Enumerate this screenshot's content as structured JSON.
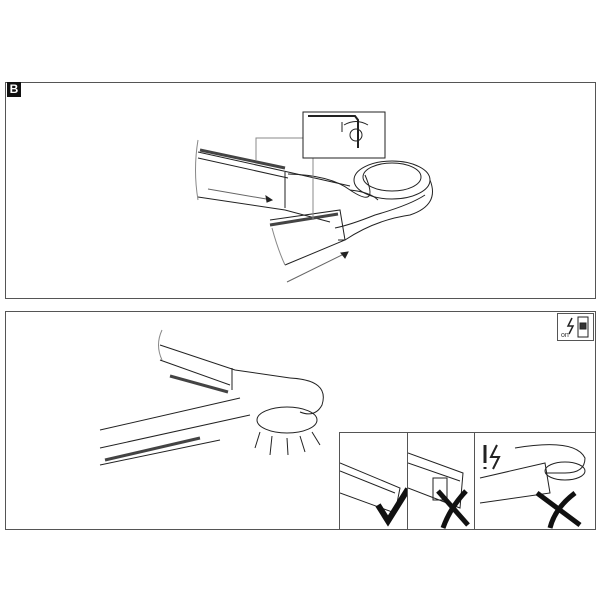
{
  "panel_b": {
    "label": "B"
  },
  "panel_2": {
    "power_icon_text": "on",
    "checks": [
      {
        "result": "correct",
        "icon": "checkmark-icon"
      },
      {
        "result": "incorrect",
        "icon": "cross-icon"
      },
      {
        "result": "incorrect",
        "icon": "cross-icon",
        "warning": "!"
      }
    ]
  }
}
